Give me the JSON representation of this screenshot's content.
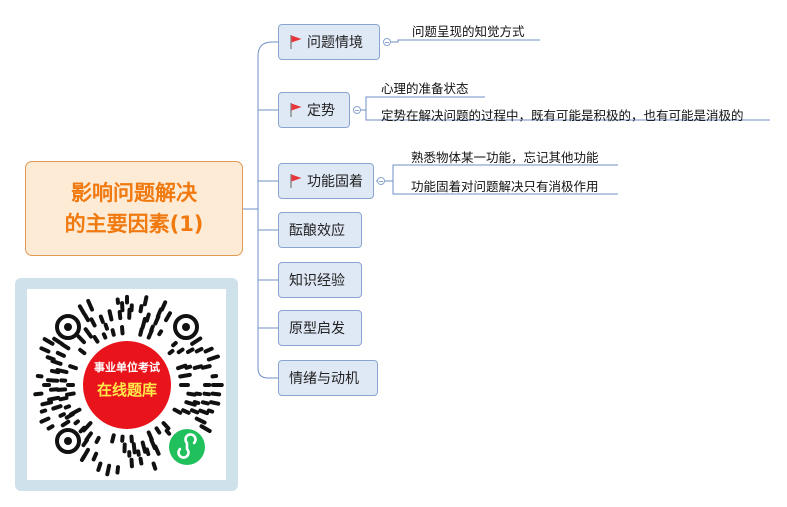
{
  "root": {
    "line1": "影响问题解决",
    "line2": "的主要因素(1)"
  },
  "branches": [
    {
      "label": "问题情境",
      "flag": true,
      "leaves": [
        "问题呈现的知觉方式"
      ]
    },
    {
      "label": "定势",
      "flag": true,
      "leaves": [
        "心理的准备状态",
        "定势在解决问题的过程中，既有可能是积极的，也有可能是消极的"
      ]
    },
    {
      "label": "功能固着",
      "flag": true,
      "leaves": [
        "熟悉物体某一功能，忘记其他功能",
        "功能固着对问题解决只有消极作用"
      ]
    },
    {
      "label": "酝酿效应",
      "flag": false,
      "leaves": []
    },
    {
      "label": "知识经验",
      "flag": false,
      "leaves": []
    },
    {
      "label": "原型启发",
      "flag": false,
      "leaves": []
    },
    {
      "label": "情绪与动机",
      "flag": false,
      "leaves": []
    }
  ],
  "qr": {
    "line1": "事业单位考试",
    "line2": "在线题库"
  },
  "colors": {
    "flag": "#e8343a",
    "accent": "#f07a10",
    "line": "#6f8fc6",
    "qr_badge": "#e8131b",
    "qr_text": "#ffe84a",
    "wechat": "#20c05c"
  },
  "icons": {
    "flag": "red-flag-icon",
    "mini_program": "wechat-mini-program-icon"
  }
}
